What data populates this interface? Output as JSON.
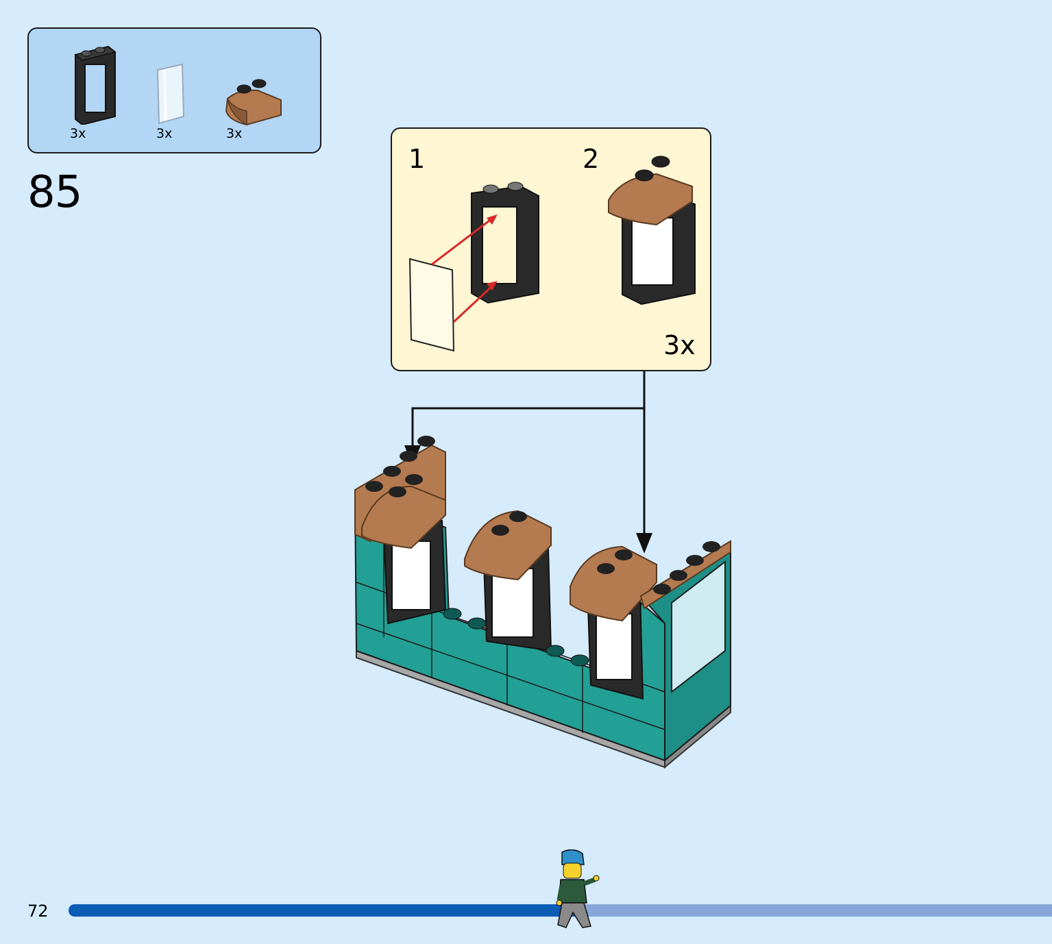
{
  "parts_list": {
    "items": [
      {
        "icon": "window-frame-icon",
        "color": "#2a2a2a",
        "quantity": "3x"
      },
      {
        "icon": "window-glass-icon",
        "color": "#eaf4fb",
        "quantity": "3x"
      },
      {
        "icon": "curved-brick-icon",
        "color": "#b47a50",
        "quantity": "3x"
      }
    ]
  },
  "step": {
    "number": "85"
  },
  "sub_assembly": {
    "substep_1": "1",
    "substep_2": "2",
    "multiplier": "3x",
    "arrow_color": "#d62a2a"
  },
  "footer": {
    "page_number": "72",
    "progress_fraction": 0.515,
    "progress_fill_color": "#0a5cb5",
    "progress_track_color": "#88a7d8"
  },
  "colors": {
    "background": "#d6ebfb",
    "parts_box": "#b2d6f4",
    "sub_box": "#fff6d4",
    "teal_brick": "#22a095",
    "brown_brick": "#b47a50"
  }
}
